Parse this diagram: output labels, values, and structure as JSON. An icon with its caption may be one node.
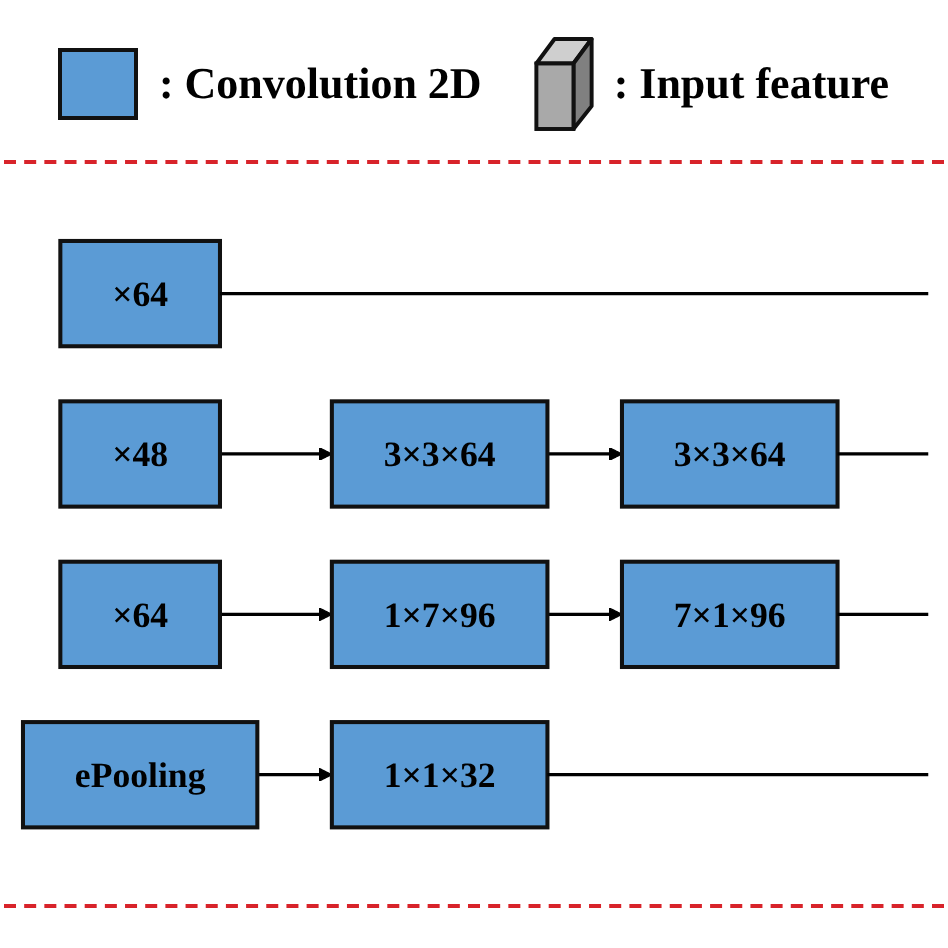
{
  "diagram": {
    "nodes": [
      {
        "text": [
          "×64"
        ]
      },
      {
        "text": [
          "×48"
        ]
      },
      {
        "text": [
          "3×3×64"
        ]
      },
      {
        "text": [
          "3×3×64"
        ]
      },
      {
        "text": [
          "×64"
        ]
      },
      {
        "text": [
          "1×7×96"
        ]
      },
      {
        "text": [
          "7×1×96"
        ]
      },
      {
        "text": [
          "ePooling"
        ]
      },
      {
        "text": [
          "1×1×32"
        ]
      }
    ],
    "edges": [
      {
        "from": 0,
        "to": null,
        "arrow": "none"
      },
      {
        "from": 1,
        "to": 2,
        "arrow": "to"
      },
      {
        "from": 2,
        "to": 3,
        "arrow": "to"
      },
      {
        "from": 3,
        "to": null,
        "arrow": "none"
      },
      {
        "from": 4,
        "to": 5,
        "arrow": "to"
      },
      {
        "from": 5,
        "to": 6,
        "arrow": "to"
      },
      {
        "from": 6,
        "to": null,
        "arrow": "none"
      },
      {
        "from": 7,
        "to": 8,
        "arrow": "to"
      },
      {
        "from": 8,
        "to": null,
        "arrow": "none"
      }
    ],
    "legend": [
      {
        "text": ": Convolution 2D",
        "color": "#5b9bd5"
      },
      {
        "text": ": Input feature"
      }
    ]
  }
}
